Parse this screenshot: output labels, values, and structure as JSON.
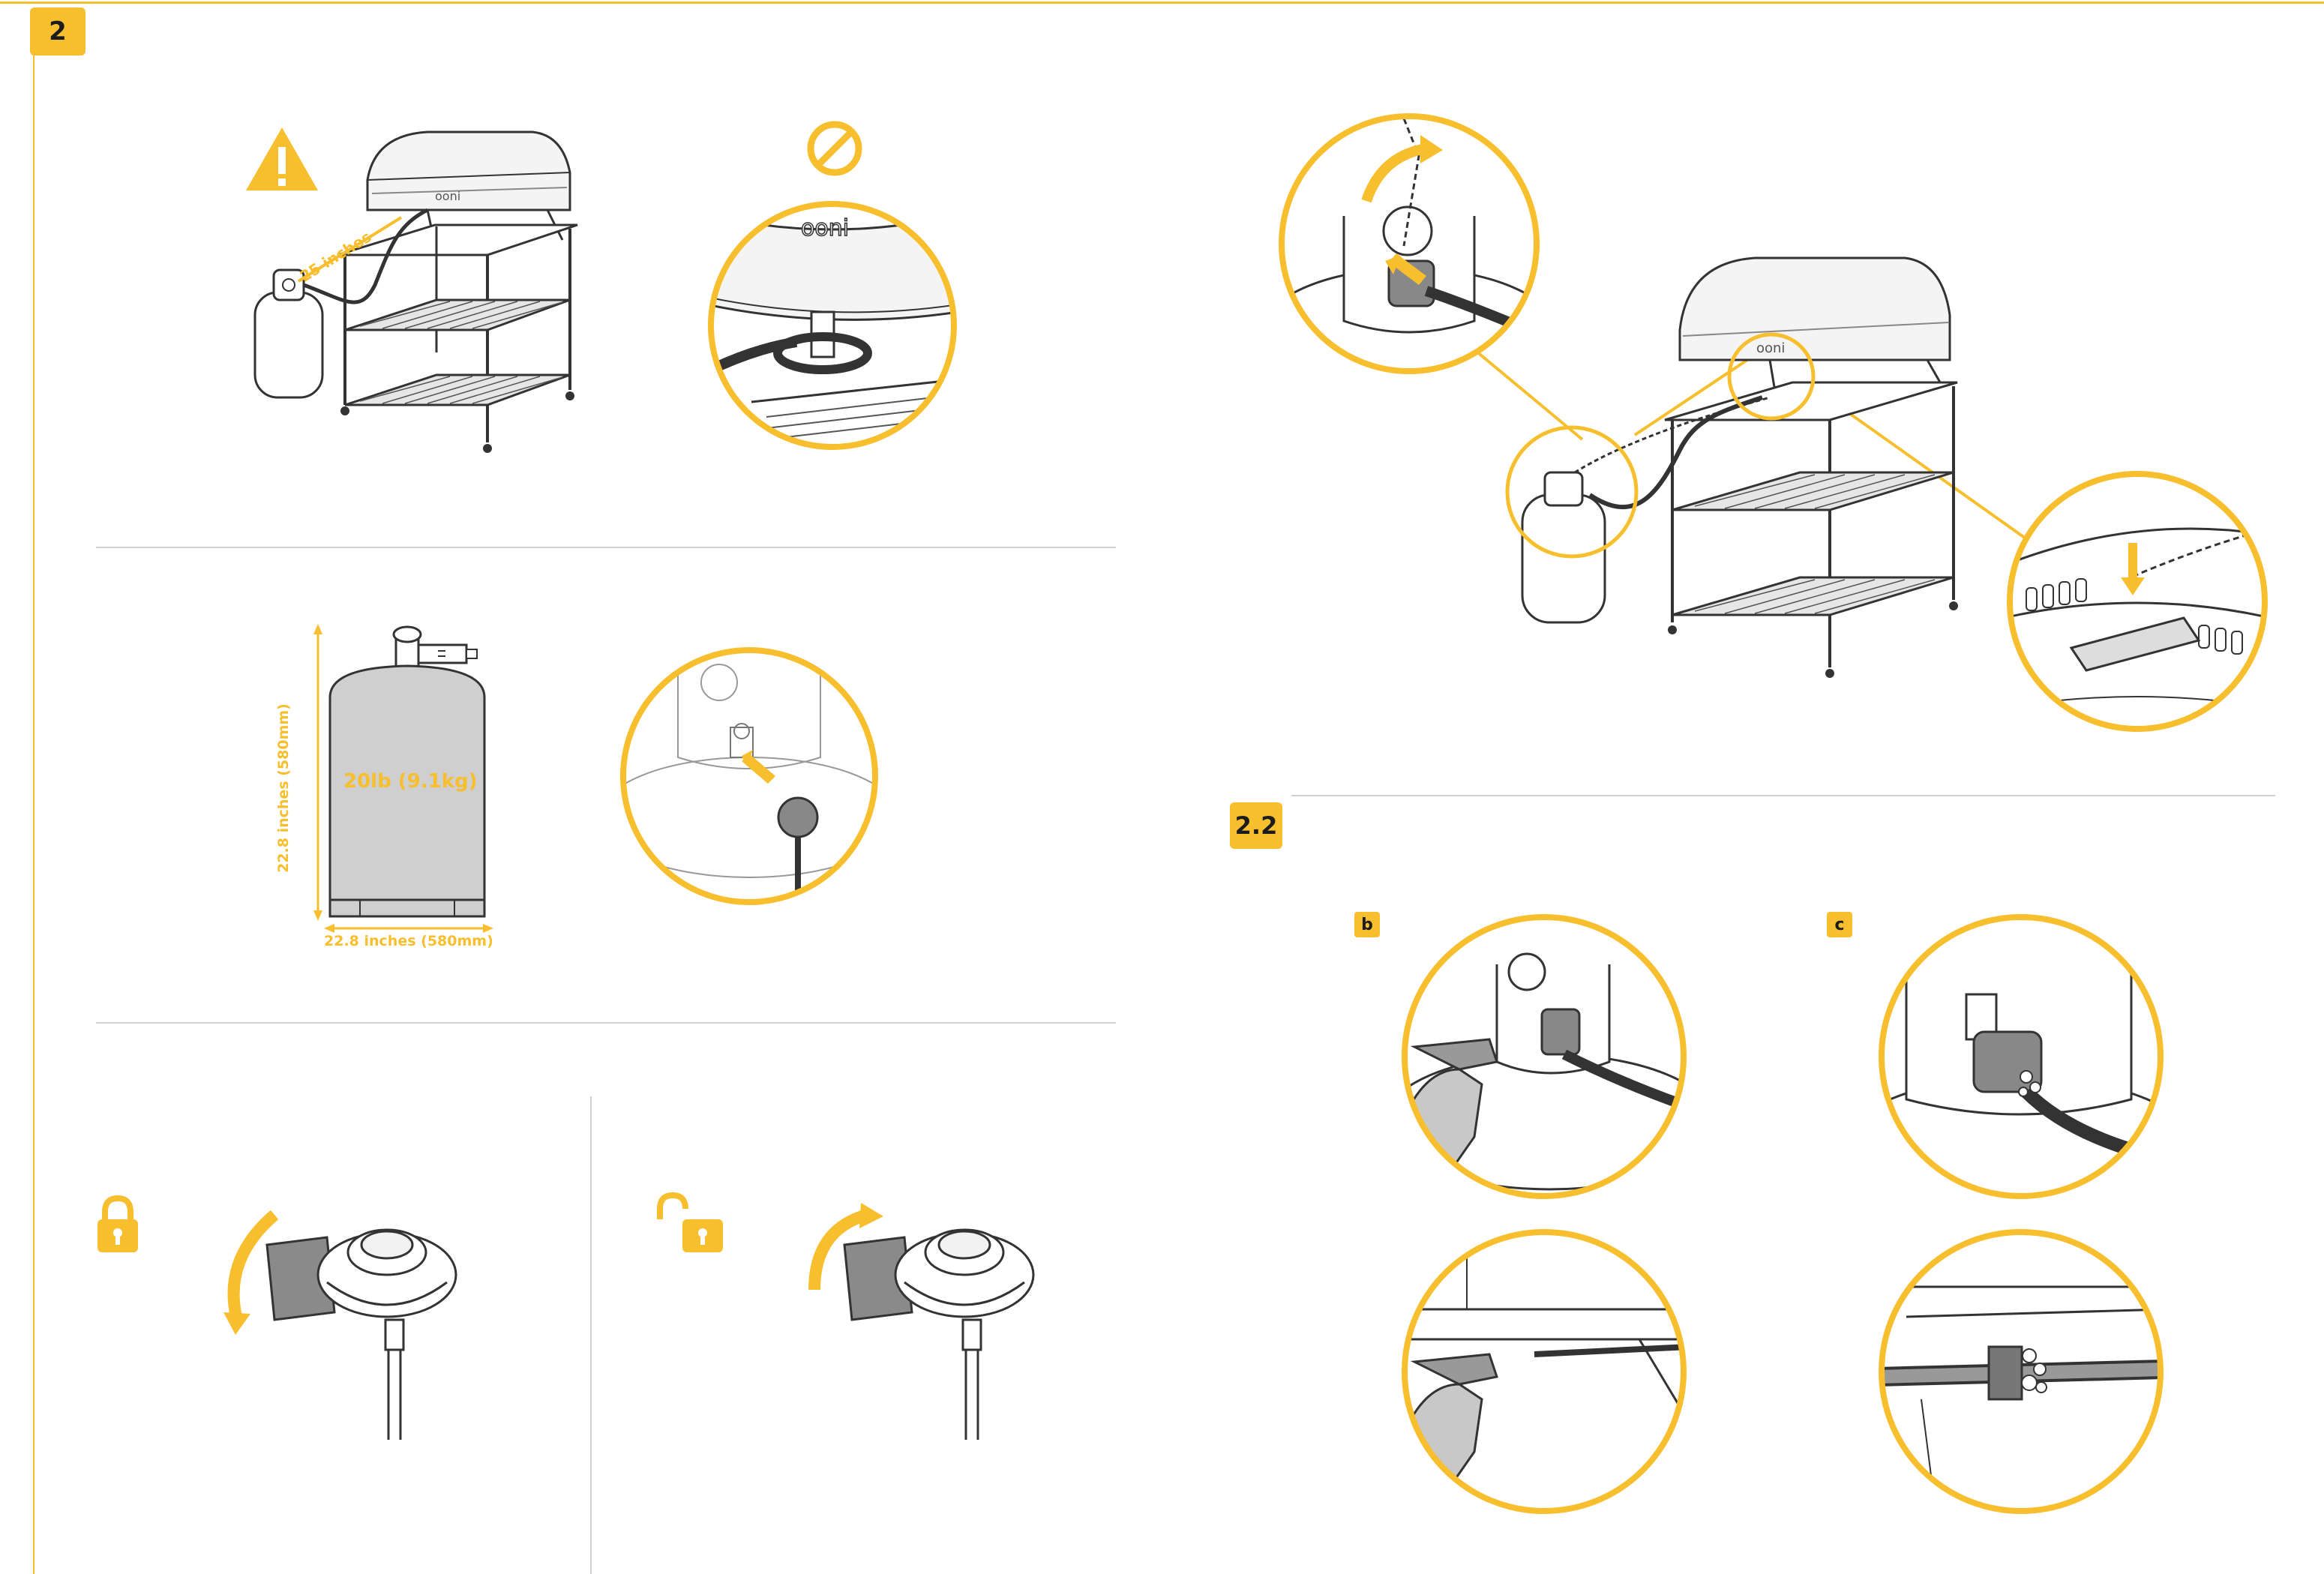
{
  "page": {
    "step_number": "2",
    "sub_step_number": "2.2",
    "label_b": "b",
    "label_c": "c"
  },
  "hose_length": "25 inches",
  "tank": {
    "weight": "20lb (9.1kg)",
    "height": "22.8 inches (580mm)",
    "width": "22.8 inches (580mm)"
  },
  "oven_brand": "ooni",
  "icons": {
    "warning": "warning-triangle-icon",
    "prohibited": "prohibited-icon",
    "locked": "lock-closed-icon",
    "unlocked": "lock-open-icon"
  },
  "colors": {
    "accent": "#F7BE2E",
    "line": "#333333",
    "tank_fill": "#cfcfd0",
    "rule": "#d0d0d0"
  }
}
